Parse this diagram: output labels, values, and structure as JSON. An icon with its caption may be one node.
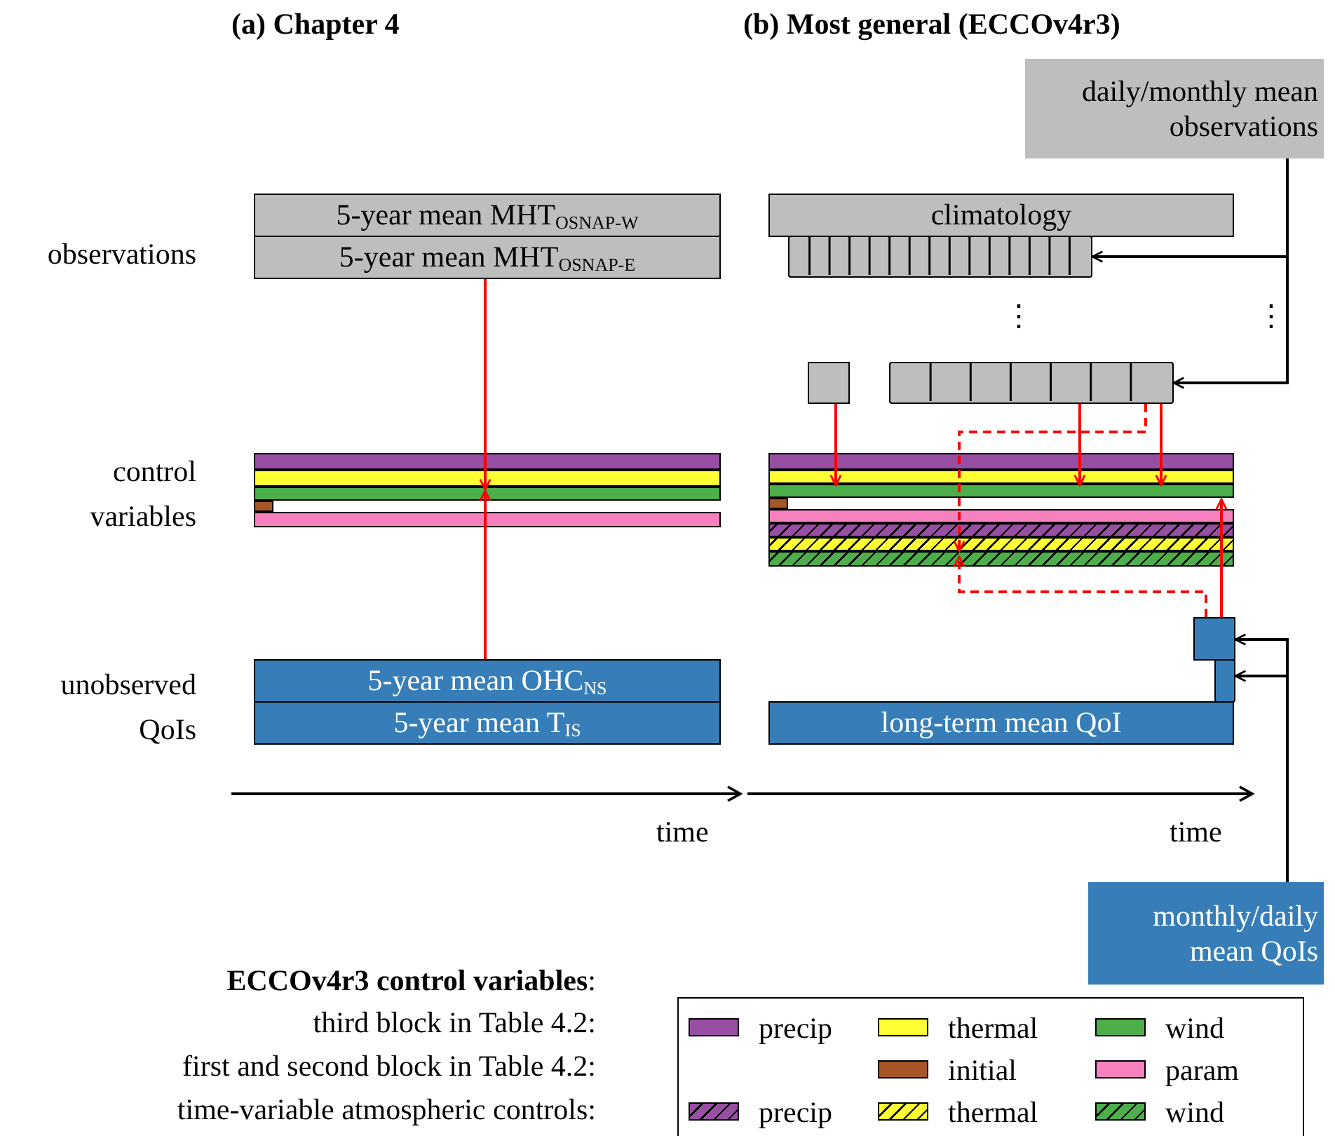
{
  "diagram": {
    "nodes": [
      {
        "text": [
          "5-year mean MHT$_{OSNAP-W}$"
        ]
      },
      {
        "text": [
          "5-year mean MHT$_{OSNAP-E}$"
        ]
      },
      {
        "text": [],
        "shape": "bar"
      },
      {
        "text": [
          "5-year mean OHC$_{NS}$"
        ]
      },
      {
        "text": [
          "5-year mean T$_{IS}$"
        ]
      },
      {
        "text": [
          "daily/monthly mean observations"
        ]
      },
      {
        "text": [
          "climatology"
        ]
      },
      {
        "text": [],
        "shape": "bar"
      },
      {
        "text": [],
        "shape": "box"
      },
      {
        "text": [],
        "shape": "bar"
      },
      {
        "text": [],
        "shape": "bar"
      },
      {
        "text": [],
        "shape": "box"
      },
      {
        "text": [],
        "shape": "bar"
      },
      {
        "text": [
          "long-term mean QoI"
        ]
      },
      {
        "text": [
          "monthly/daily mean QoIs"
        ]
      }
    ],
    "edges": [
      {
        "from": 1,
        "to": 2,
        "arrow": "to"
      },
      {
        "from": 3,
        "to": 2,
        "arrow": "to"
      },
      {
        "from": 5,
        "to": 7,
        "arrow": "to",
        "color": "#000000"
      },
      {
        "from": 5,
        "to": 9,
        "arrow": "to",
        "color": "#000000"
      },
      {
        "from": 8,
        "to": 10,
        "arrow": "to"
      },
      {
        "from": 9,
        "to": 10,
        "arrow": "to"
      },
      {
        "from": 9,
        "to": 10,
        "arrow": "to"
      },
      {
        "from": 9,
        "to": 10,
        "arrow": "to",
        "style": "dashed"
      },
      {
        "from": 11,
        "to": 10,
        "arrow": "to"
      },
      {
        "from": 11,
        "to": 10,
        "arrow": "to",
        "style": "dashed"
      },
      {
        "from": 14,
        "to": 11,
        "arrow": "to",
        "color": "#000000"
      },
      {
        "from": 14,
        "to": 12,
        "arrow": "to",
        "color": "#000000"
      }
    ],
    "labels": [
      "(a) Chapter 4",
      "(b) Most general (ECCOv4r3)",
      "observations",
      "control variables",
      "unobserved QoIs",
      "⋮",
      "⋮",
      "time",
      "time",
      "**ECCOv4r3 control variables**:",
      "third block in Table 4.2:",
      "first and second block in Table 4.2:",
      "time-variable atmospheric controls:"
    ],
    "legend": [
      {
        "text": "precip",
        "color": "#984ea3"
      },
      {
        "text": "thermal",
        "color": "#ffff33"
      },
      {
        "text": "wind",
        "color": "#4daf4a"
      },
      {
        "text": "initial",
        "color": "#a65628"
      },
      {
        "text": "param",
        "color": "#f781bf"
      },
      {
        "text": "precip",
        "color": "#984ea3"
      },
      {
        "text": "thermal",
        "color": "#ffff33"
      },
      {
        "text": "wind",
        "color": "#4daf4a"
      }
    ]
  }
}
